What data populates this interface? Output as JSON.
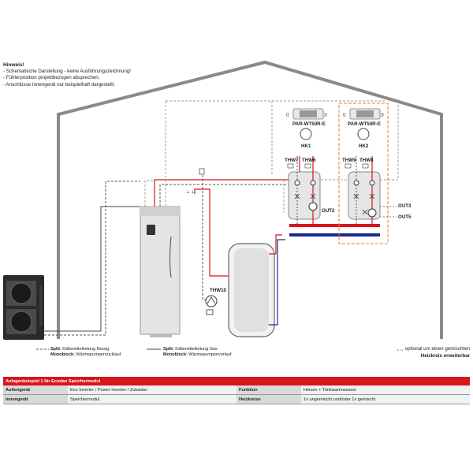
{
  "notes": {
    "heading": "Hinweis!",
    "lines": [
      "- Schematische Darstellung - keine Ausführungszeichnung!",
      "- Fühlerposition projektbezogen absprechen.",
      "- Anschlüsse Innengerät nur beispielhaft dargestellt."
    ]
  },
  "controllers": [
    {
      "model": "PAR-WT50R-E",
      "circuit": "HK1"
    },
    {
      "model": "PAR-WT50R-E",
      "circuit": "HK2"
    }
  ],
  "sensors": {
    "thw7": "THW7",
    "thw6": "THW6",
    "thw9": "THW9",
    "thw8": "THW8",
    "thw10": "THW10"
  },
  "outputs": {
    "out2": "OUT2",
    "out3": "OUT3",
    "out5": "OUT5"
  },
  "legend": {
    "left_line1_a": "Split:",
    "left_line1_b": " Kältemittelleitung flüssig",
    "left_line2_a": "Monoblock:",
    "left_line2_b": " Wärmepumpenrücklauf",
    "right_line1_a": "Split:",
    "right_line1_b": " Kältemittelleitung Gas",
    "right_line2_a": "Monoblock:",
    "right_line2_b": " Wärmepumpenvorlauf",
    "optional_line1": "optional um einen gemischten",
    "optional_line2": "Heizkreis erweiterbar"
  },
  "table": {
    "title": "Anlagenbeispiel 1 für Ecodan Speichermodul",
    "rows": [
      {
        "k1": "Außengerät",
        "v1": "Eco Inverter / Power Inverter / Zubadan",
        "k2": "Funktion",
        "v2": "Heizen + Trinkwarmwasser"
      },
      {
        "k1": "Innengerät",
        "v1": "Speichermodul",
        "k2": "Heizkreise",
        "v2": "1x ungemischt und/oder 1x gemischt"
      }
    ]
  },
  "colors": {
    "flow": "#d7161b",
    "return": "#1c2a8c",
    "optional": "#e87a3c",
    "house": "#8a8a8a"
  }
}
